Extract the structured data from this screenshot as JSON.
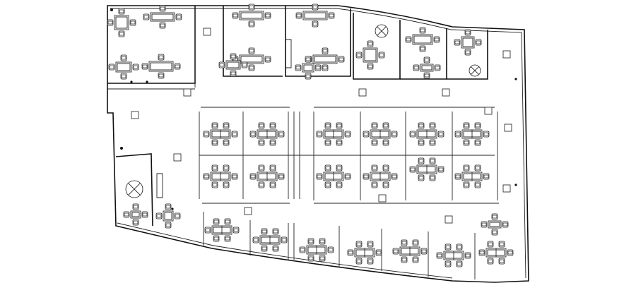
{
  "plan": {
    "background": "#ffffff",
    "line_color": "#111111",
    "rooms": [
      {
        "id": "office-nw"
      },
      {
        "id": "office-north-1"
      },
      {
        "id": "office-north-2"
      },
      {
        "id": "meeting-ne-1"
      },
      {
        "id": "meeting-ne-2"
      },
      {
        "id": "meeting-ne-3"
      },
      {
        "id": "open-workstations-central"
      },
      {
        "id": "open-workstations-south"
      },
      {
        "id": "lounge-west"
      }
    ]
  }
}
